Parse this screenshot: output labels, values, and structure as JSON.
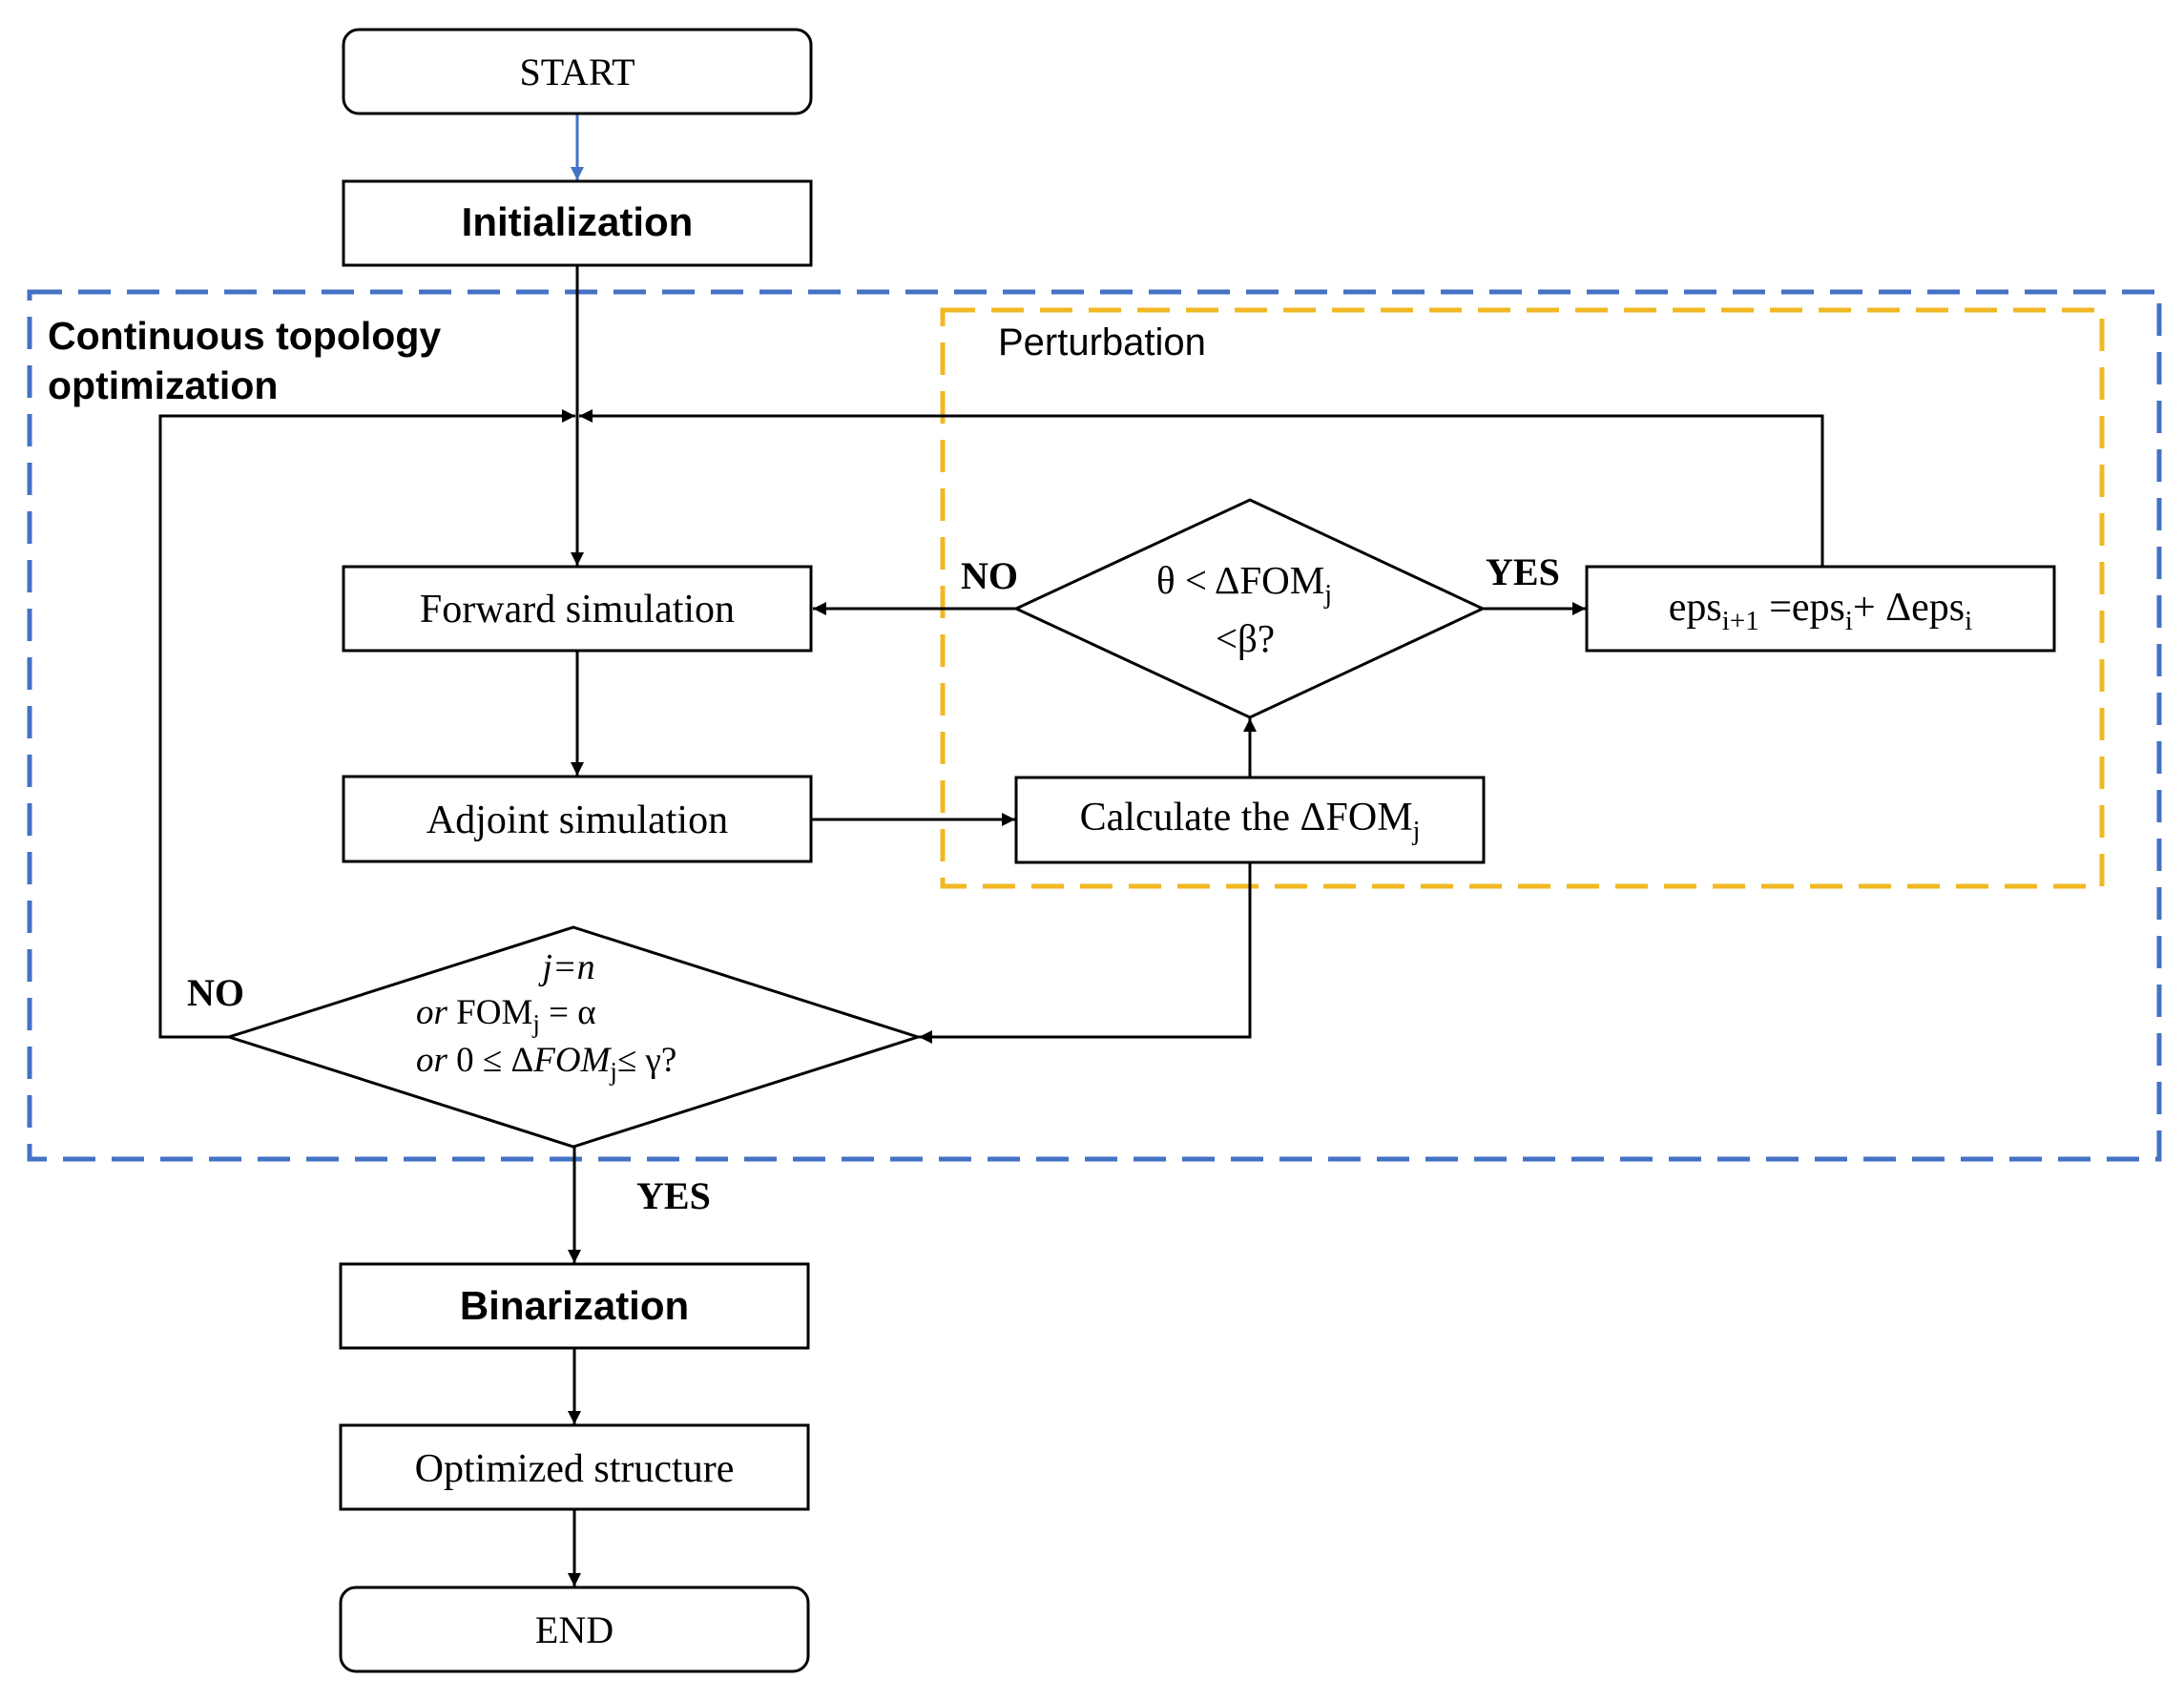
{
  "nodes": {
    "start": "START",
    "init": "Initialization",
    "forward": "Forward simulation",
    "adjoint": "Adjoint simulation",
    "calc": "Calculate the ΔFOM",
    "calc_sub": "j",
    "eps": {
      "a": "eps",
      "a_sub": "i+1",
      "b": " =eps",
      "b_sub": "i",
      "c": "+ Δeps",
      "c_sub": "i"
    },
    "cond_inner": {
      "l1a": "θ < ΔFOM",
      "l1_sub": "j",
      "l2": "<β?"
    },
    "cond_outer": {
      "l1": "j=n",
      "l2a": "or",
      "l2b": " FOM",
      "l2_sub": "j",
      "l2c": " = α",
      "l3a": "or",
      "l3b": " 0 ≤ Δ",
      "l3c": "FOM",
      "l3_sub": "j",
      "l3d": "≤ γ?"
    },
    "binarize": "Binarization",
    "optimized": "Optimized structure",
    "end": "END"
  },
  "groups": {
    "continuous_l1": "Continuous topology",
    "continuous_l2": "optimization",
    "perturbation": "Perturbation"
  },
  "labels": {
    "no_inner": "NO",
    "yes_inner": "YES",
    "no_outer": "NO",
    "yes_outer": "YES"
  },
  "colors": {
    "blue_region": "#4472C4",
    "orange_region": "#F0B823",
    "start_arrow": "#4472C4"
  }
}
